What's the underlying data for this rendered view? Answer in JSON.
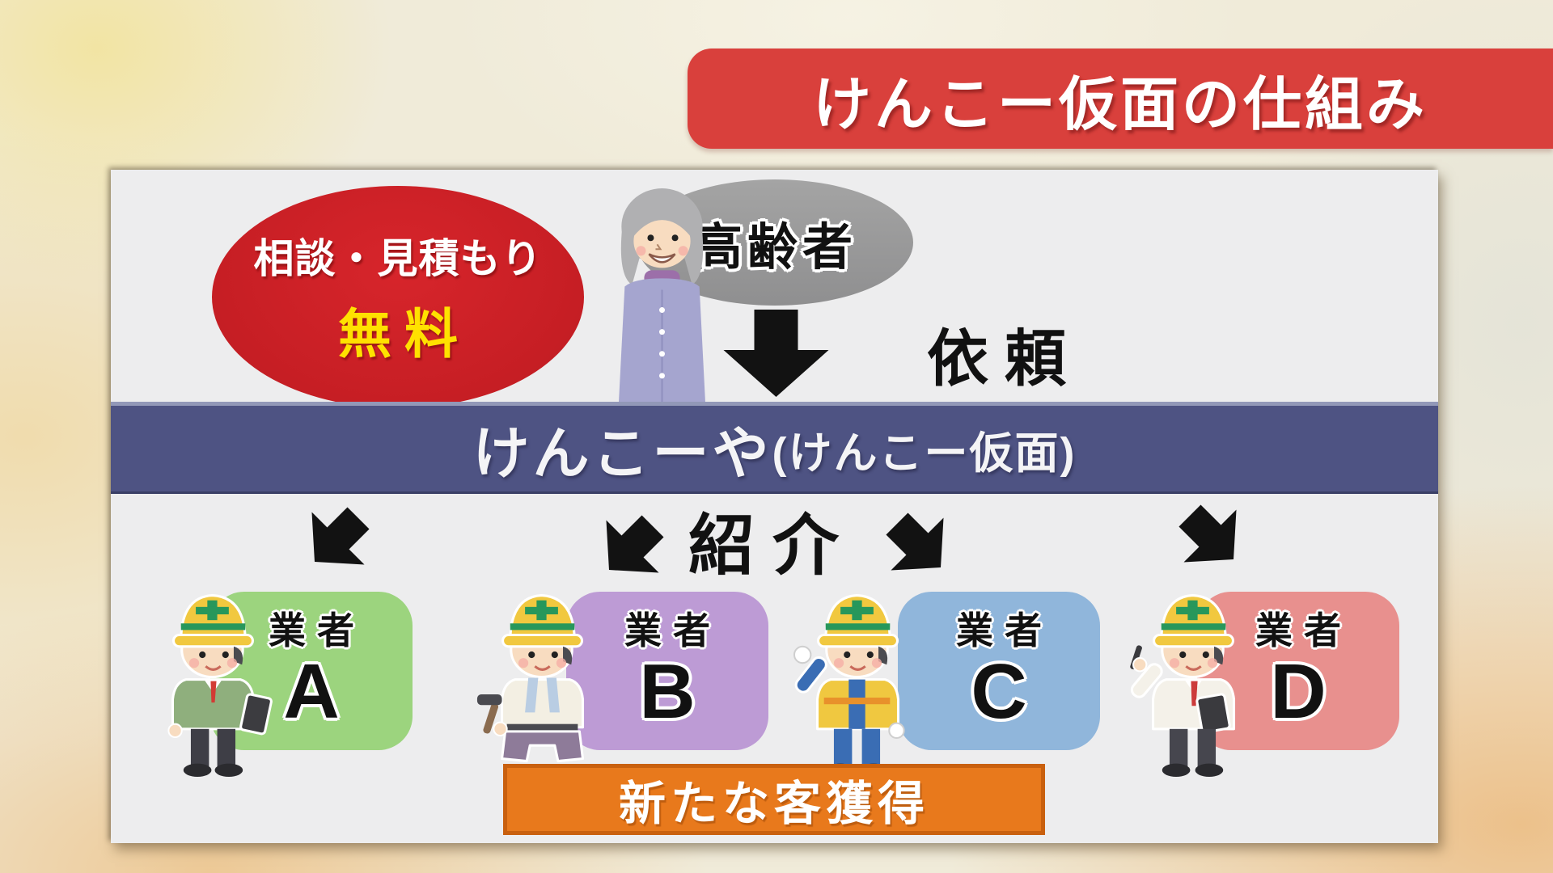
{
  "title_banner": {
    "text": "けんこー仮面の仕組み",
    "bg": "#D9403C"
  },
  "free_badge": {
    "line1": "相談・見積もり",
    "line2": "無料",
    "bg": "#C61E24",
    "line2_color": "#FFE100"
  },
  "elderly": {
    "label": "高齢者",
    "oval_bg": "#9B9B9B"
  },
  "request": {
    "label": "依頼"
  },
  "company_bar": {
    "main": "けんこーや",
    "sub": "(けんこー仮面)",
    "bg": "#4E5383"
  },
  "referral": {
    "label": "紹介"
  },
  "vendors": {
    "label": "業者",
    "items": [
      {
        "letter": "A",
        "color": "#9CD47E"
      },
      {
        "letter": "B",
        "color": "#BD9BD5"
      },
      {
        "letter": "C",
        "color": "#90B6DB"
      },
      {
        "letter": "D",
        "color": "#E8908E"
      }
    ]
  },
  "bottom_banner": {
    "text": "新たな客獲得",
    "bg": "#E8791C",
    "border_color": "#C9600E"
  },
  "icons": {
    "request_arrow": "down-arrow",
    "referral_arrows": "diagonal-down-arrow",
    "illustrations": [
      "elderly-person",
      "worker-a",
      "worker-b",
      "worker-c",
      "worker-d"
    ]
  }
}
